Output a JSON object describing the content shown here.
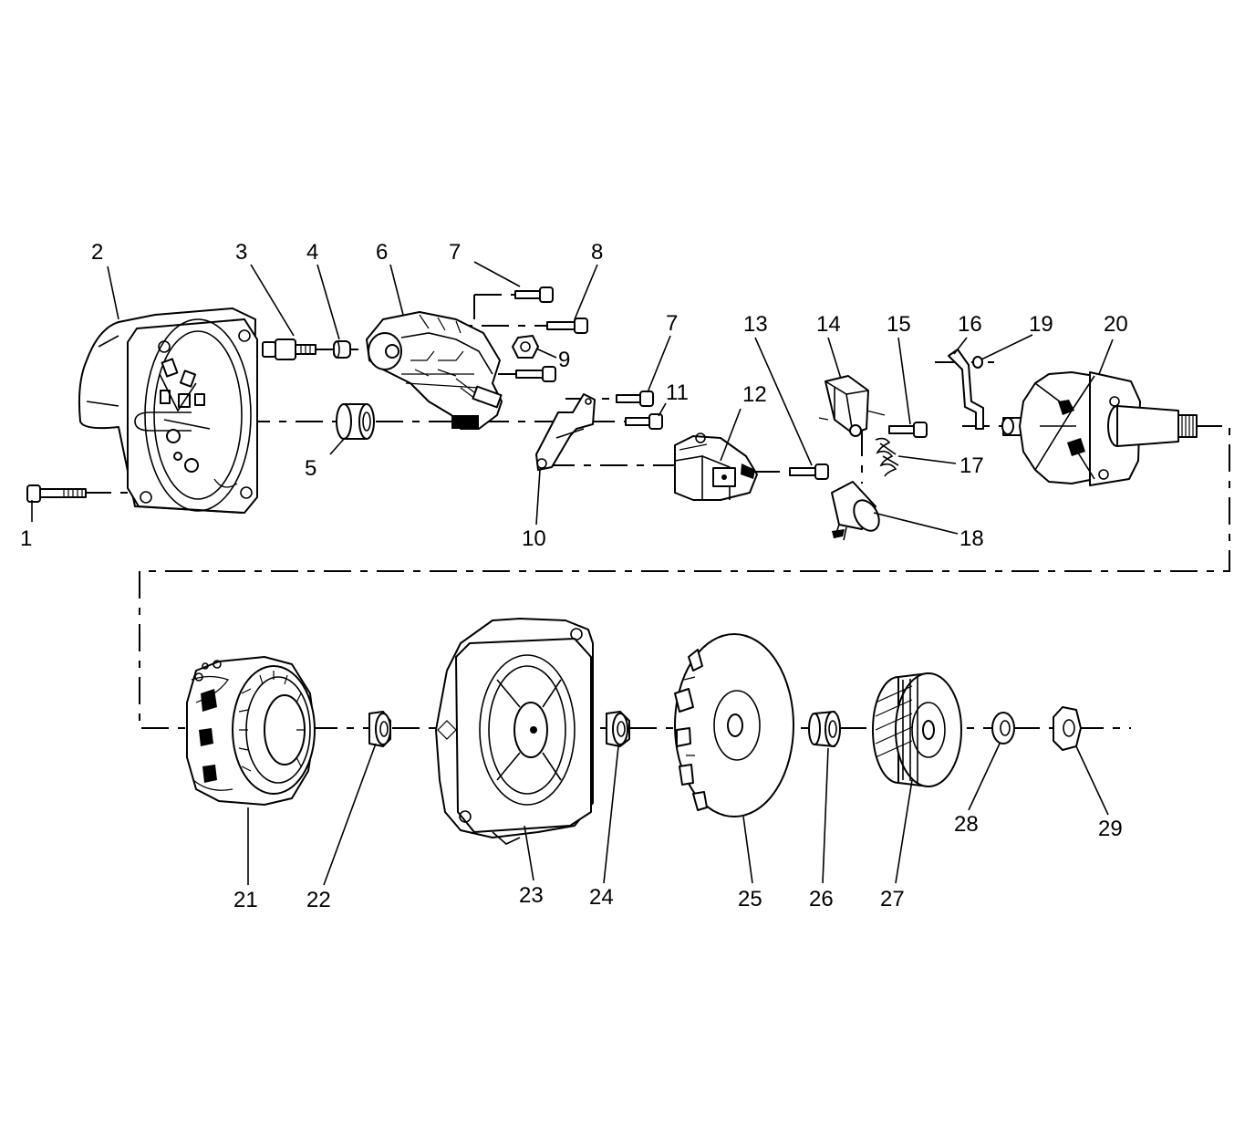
{
  "callouts": [
    {
      "id": "c1",
      "label": "1"
    },
    {
      "id": "c2",
      "label": "2"
    },
    {
      "id": "c3",
      "label": "3"
    },
    {
      "id": "c4",
      "label": "4"
    },
    {
      "id": "c5",
      "label": "5"
    },
    {
      "id": "c6",
      "label": "6"
    },
    {
      "id": "c7a",
      "label": "7"
    },
    {
      "id": "c7b",
      "label": "7"
    },
    {
      "id": "c8",
      "label": "8"
    },
    {
      "id": "c9",
      "label": "9"
    },
    {
      "id": "c10",
      "label": "10"
    },
    {
      "id": "c11",
      "label": "11"
    },
    {
      "id": "c12",
      "label": "12"
    },
    {
      "id": "c13",
      "label": "13"
    },
    {
      "id": "c14",
      "label": "14"
    },
    {
      "id": "c15",
      "label": "15"
    },
    {
      "id": "c16",
      "label": "16"
    },
    {
      "id": "c17",
      "label": "17"
    },
    {
      "id": "c18",
      "label": "18"
    },
    {
      "id": "c19",
      "label": "19"
    },
    {
      "id": "c20",
      "label": "20"
    },
    {
      "id": "c21",
      "label": "21"
    },
    {
      "id": "c22",
      "label": "22"
    },
    {
      "id": "c23",
      "label": "23"
    },
    {
      "id": "c24",
      "label": "24"
    },
    {
      "id": "c25",
      "label": "25"
    },
    {
      "id": "c26",
      "label": "26"
    },
    {
      "id": "c27",
      "label": "27"
    },
    {
      "id": "c28",
      "label": "28"
    },
    {
      "id": "c29",
      "label": "29"
    }
  ]
}
